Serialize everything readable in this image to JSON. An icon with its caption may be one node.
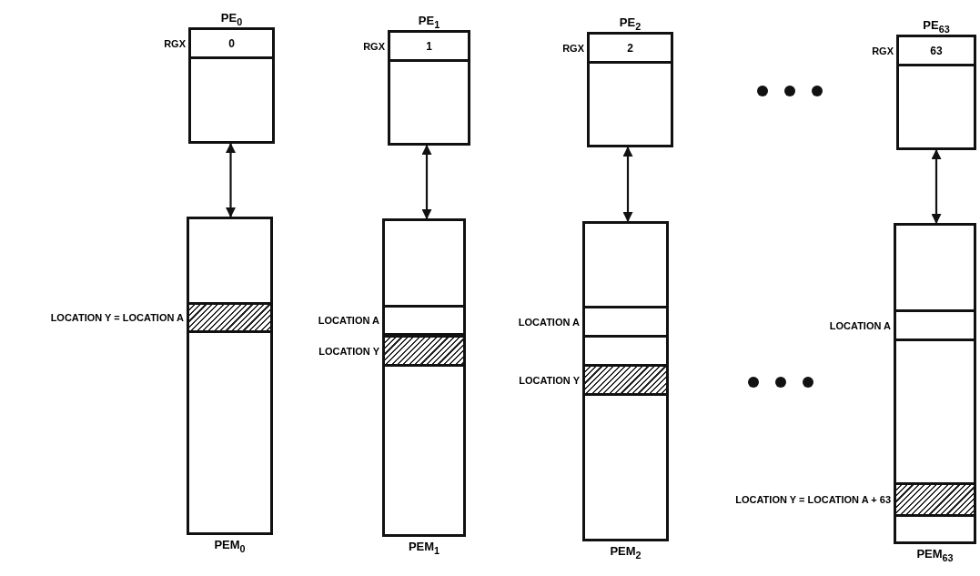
{
  "diagram": {
    "nodes": [
      {
        "text": [
          "PE$_{0}$"
        ]
      },
      {
        "text": [
          "0"
        ],
        "beside": [
          "RGX"
        ],
        "in": 0
      },
      {
        "text": [
          "PEM$_{0}$"
        ]
      },
      {
        "text": [],
        "shape": "box",
        "beside": [
          "LOCATION Y = LOCATION A"
        ],
        "in": 2
      },
      {
        "text": [
          "PE$_{1}$"
        ]
      },
      {
        "text": [
          "1"
        ],
        "beside": [
          "RGX"
        ],
        "in": 4
      },
      {
        "text": [
          "PEM$_{1}$"
        ]
      },
      {
        "text": [],
        "shape": "box",
        "beside": [
          "LOCATION A"
        ],
        "in": 6
      },
      {
        "text": [],
        "shape": "box",
        "beside": [
          "LOCATION Y"
        ],
        "in": 6
      },
      {
        "text": [
          "PE$_{2}$"
        ]
      },
      {
        "text": [
          "2"
        ],
        "beside": [
          "RGX"
        ],
        "in": 9
      },
      {
        "text": [
          "PEM$_{2}$"
        ]
      },
      {
        "text": [],
        "shape": "box",
        "beside": [
          "LOCATION A"
        ],
        "in": 11
      },
      {
        "text": [],
        "shape": "box",
        "beside": [
          "LOCATION Y"
        ],
        "in": 11
      },
      {
        "text": [
          "PE$_{63}$"
        ]
      },
      {
        "text": [
          "63"
        ],
        "beside": [
          "RGX"
        ],
        "in": 14
      },
      {
        "text": [
          "PEM$_{63}$"
        ]
      },
      {
        "text": [],
        "shape": "box",
        "beside": [
          "LOCATION A"
        ],
        "in": 16
      },
      {
        "text": [],
        "shape": "box",
        "beside": [
          "LOCATION Y = LOCATION A + 63"
        ],
        "in": 16
      }
    ],
    "edges": [
      {
        "from": 0,
        "to": 2,
        "arrow": "both"
      },
      {
        "from": 4,
        "to": 6,
        "arrow": "both"
      },
      {
        "from": 9,
        "to": 11,
        "arrow": "both"
      },
      {
        "from": 14,
        "to": 16,
        "arrow": "both"
      }
    ]
  }
}
